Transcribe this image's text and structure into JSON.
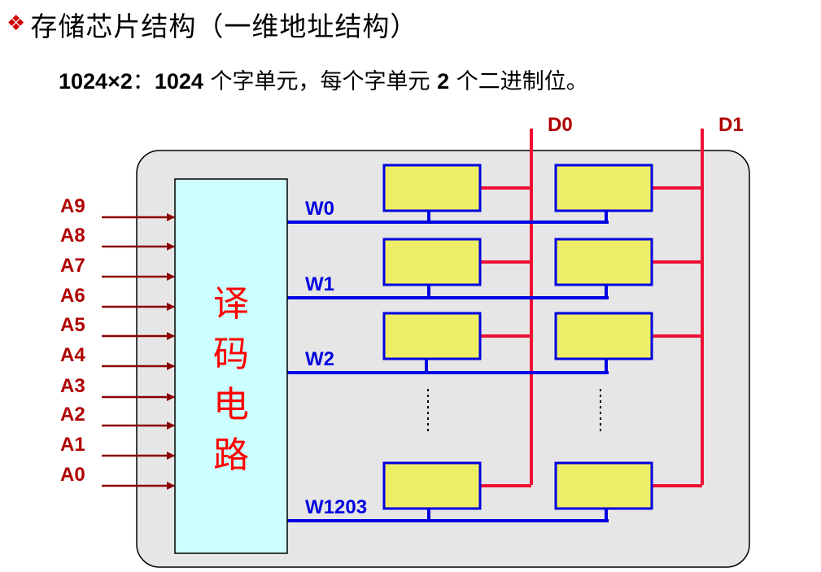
{
  "title": {
    "bullet_icon": "diamond-bullet-icon",
    "text": "存储芯片结构（一维地址结构）"
  },
  "subtitle": {
    "size": "1024×2",
    "colon": "：",
    "words": "1024",
    "mid": " 个字单元，每个字单元 ",
    "bits": "2",
    "tail": " 个二进制位。"
  },
  "diagram": {
    "address_inputs": [
      "A9",
      "A8",
      "A7",
      "A6",
      "A5",
      "A4",
      "A3",
      "A2",
      "A1",
      "A0"
    ],
    "decoder_label": [
      "译",
      "码",
      "电",
      "路"
    ],
    "word_lines": [
      "W0",
      "W1",
      "W2",
      "W1203"
    ],
    "data_lines": [
      "D0",
      "D1"
    ],
    "colors": {
      "chip_bg": "#e6e6e6",
      "decoder_bg": "#ccffff",
      "cell_fill": "#eeee66",
      "cell_border": "#0000e0",
      "word_line": "#0000e0",
      "data_line": "#ee1133",
      "address_arrow": "#8b0000",
      "label_red": "#b00000",
      "decoder_text": "#ff0000"
    }
  }
}
